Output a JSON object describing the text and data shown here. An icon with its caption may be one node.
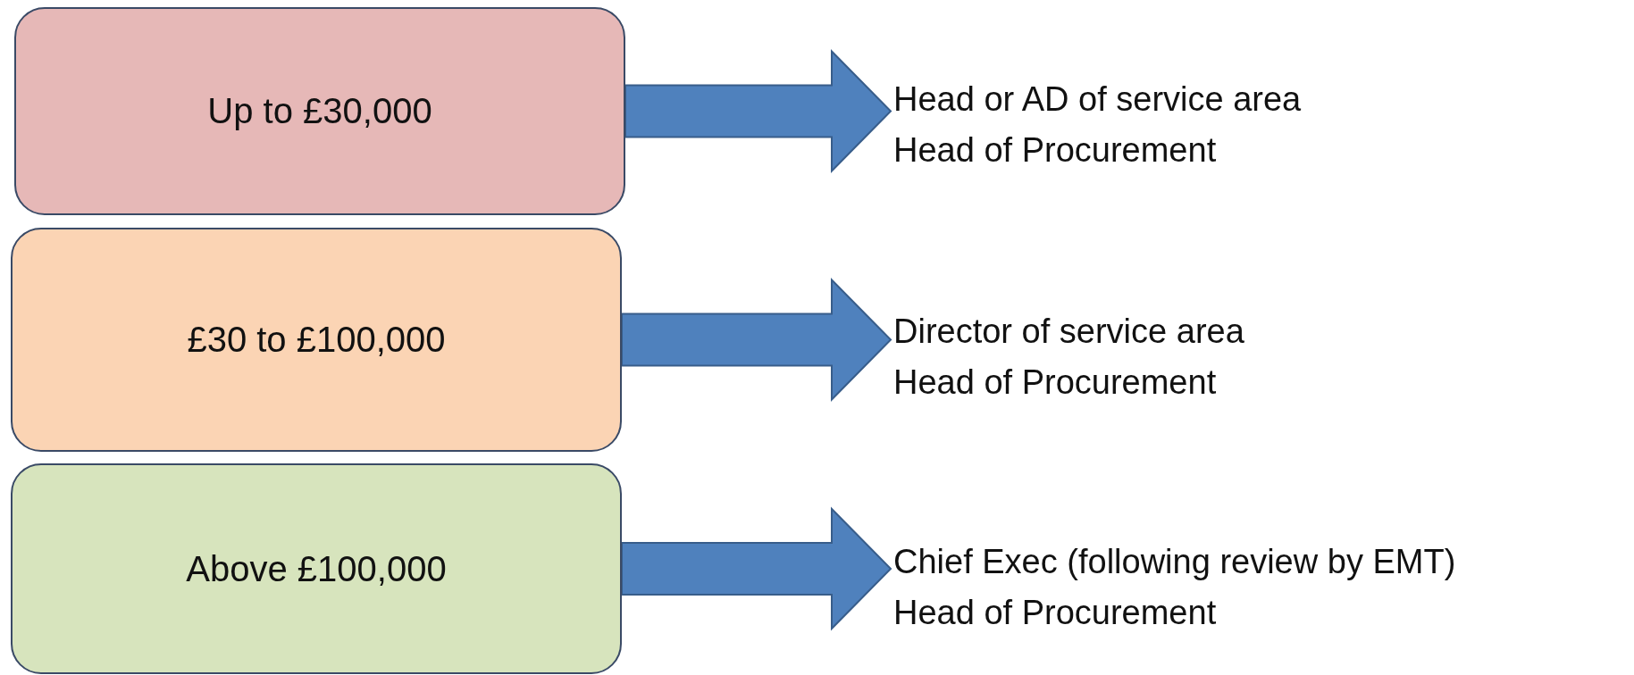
{
  "diagram": {
    "nodes": [
      {
        "text": [
          "Up to £30,000"
        ]
      },
      {
        "text": [
          "£30 to £100,000"
        ]
      },
      {
        "text": [
          "Above £100,000"
        ]
      },
      {
        "text": [
          "Head or AD of service area",
          "Head of Procurement"
        ]
      },
      {
        "text": [
          "Director of service area",
          "Head of Procurement"
        ]
      },
      {
        "text": [
          "Chief Exec (following review by EMT)",
          "Head of Procurement"
        ]
      }
    ],
    "edges": [
      {
        "from": 0,
        "to": 3,
        "arrow": "to"
      },
      {
        "from": 1,
        "to": 4,
        "arrow": "to"
      },
      {
        "from": 2,
        "to": 5,
        "arrow": "to"
      }
    ]
  }
}
